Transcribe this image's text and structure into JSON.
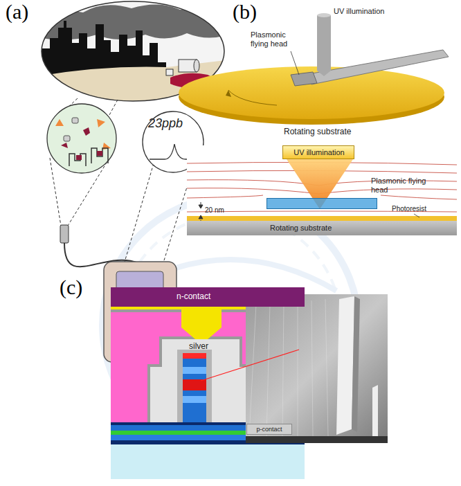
{
  "diagram": {
    "nodes": [
      {
        "text": [
          "UV illumination"
        ]
      },
      {
        "text": [
          "Plasmonic flying head"
        ]
      },
      {
        "text": [
          "Rotating substrate"
        ]
      },
      {
        "text": [
          "n-contact"
        ]
      },
      {
        "text": [
          "silver"
        ]
      },
      {
        "text": [
          "p-contact"
        ]
      }
    ],
    "labels": [
      "(a)",
      "(b)",
      "UV illumination",
      "Plasmonic flying head",
      "23ppb",
      "Rotating substrate",
      "20 nm",
      "Photoresist",
      "(c)"
    ]
  }
}
